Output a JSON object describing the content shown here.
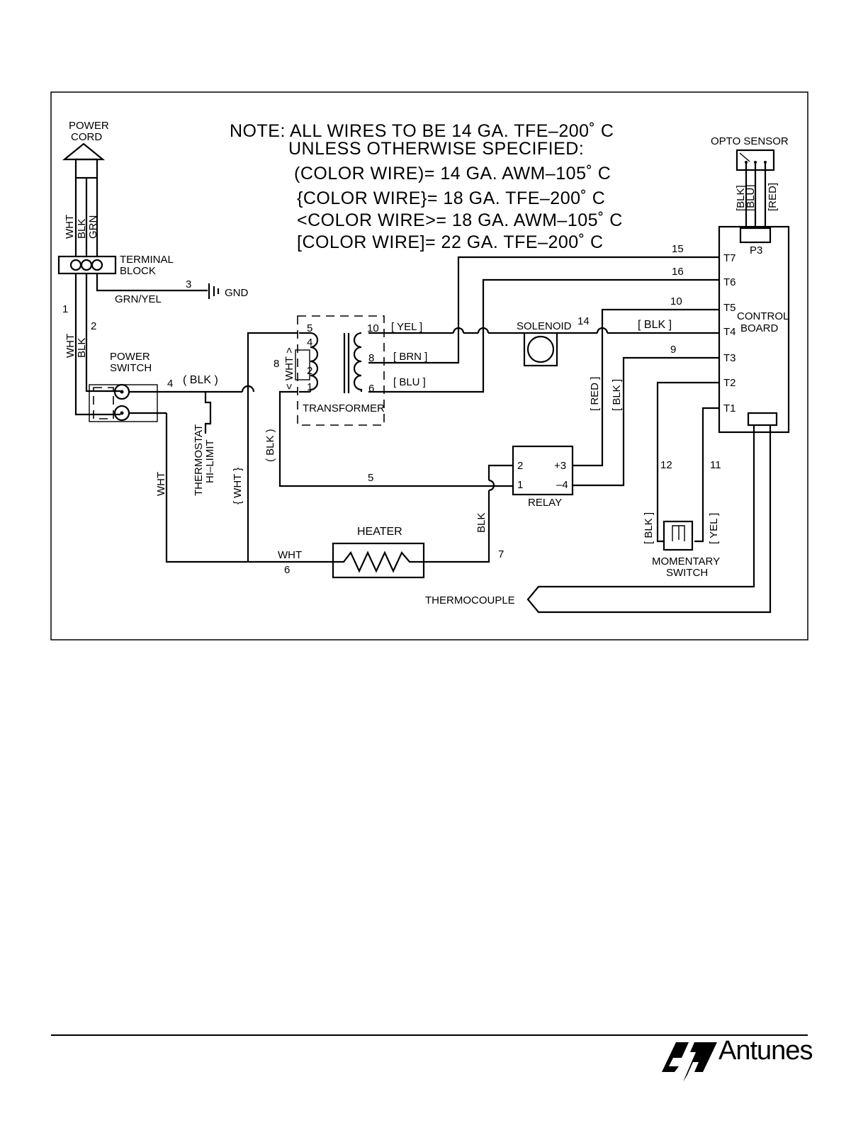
{
  "note": {
    "lines": [
      "NOTE:  ALL  WIRES  TO  BE  14  GA.  TFE–200˚ C",
      "UNLESS  OTHERWISE  SPECIFIED:",
      "(COLOR  WIRE)=  14  GA.  AWM–105˚ C",
      "{COLOR  WIRE}=  18  GA.  TFE–200˚ C",
      "<COLOR  WIRE>=  18  GA.  AWM–105˚ C",
      "[COLOR  WIRE]=  22  GA.  TFE–200˚ C"
    ]
  },
  "components": {
    "power_cord": [
      "POWER",
      "CORD"
    ],
    "terminal_block": [
      "TERMINAL",
      "BLOCK"
    ],
    "gnd": "GND",
    "power_switch": [
      "POWER",
      "SWITCH"
    ],
    "thermostat": [
      "THERMOSTAT",
      "HI–LIMIT"
    ],
    "transformer": "TRANSFORMER",
    "solenoid": "SOLENOID",
    "relay": "RELAY",
    "heater": "HEATER",
    "opto_sensor": "OPTO  SENSOR",
    "control_board": [
      "CONTROL",
      "BOARD"
    ],
    "momentary_switch": [
      "MOMENTARY",
      "SWITCH"
    ],
    "thermocouple": "THERMOCOUPLE",
    "p3": "P3"
  },
  "terminals": {
    "board": [
      "T7",
      "T6",
      "T5",
      "T4",
      "T3",
      "T2",
      "T1"
    ],
    "transformer_primary": [
      "5",
      "4",
      "2",
      "1"
    ],
    "transformer_secondary": [
      "10",
      "8",
      "6"
    ],
    "transformer_tap": "8",
    "relay": [
      "2",
      "1",
      "+3",
      "–4"
    ]
  },
  "wire_numbers": {
    "w1": "1",
    "w2": "2",
    "w3": "3",
    "w4": "4",
    "w5": "5",
    "w6": "6",
    "w7": "7",
    "w9": "9",
    "w10": "10",
    "w11": "11",
    "w12": "12",
    "w14": "14",
    "w15": "15",
    "w16": "16"
  },
  "wire_colors": {
    "cord_wht": "WHT",
    "cord_blk": "BLK",
    "cord_grn": "GRN",
    "grn_yel": "GRN/YEL",
    "left_wht": "WHT",
    "left_blk": "BLK",
    "switch_out": "( BLK )",
    "down_wht": "WHT",
    "thermo_wht": "{ WHT }",
    "trans_prim_blk": "( BLK )",
    "trans_prim_wht": "< WHT >",
    "sec_yel": "[ YEL ]",
    "sec_brn": "[ BRN ]",
    "sec_blu": "[ BLU ]",
    "sol_blk": "[ BLK ]",
    "relay_red": "[ RED ]",
    "relay_blk": "[ BLK ]",
    "heater_wht": "WHT",
    "heater_blk": "BLK",
    "msw_blk": "[ BLK ]",
    "msw_yel": "[ YEL ]",
    "opto_blk": "[BLK]",
    "opto_blu": "[BLU]",
    "opto_red": "[RED]"
  },
  "footer": {
    "brand": "Antunes"
  }
}
